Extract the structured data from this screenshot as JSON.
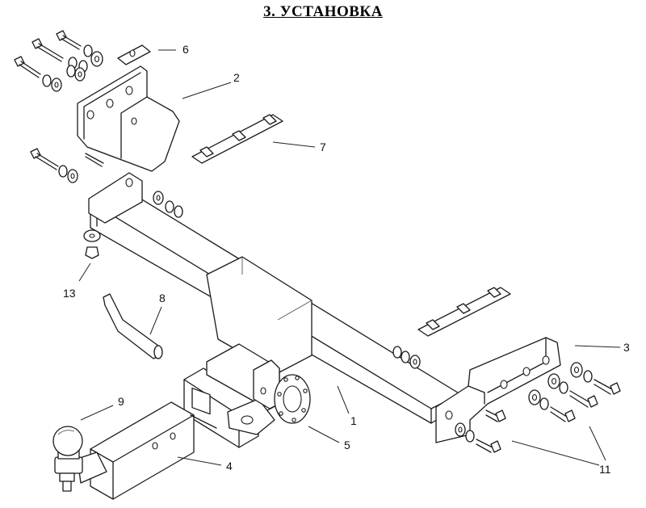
{
  "title": "3. УСТАНОВКА",
  "callouts": {
    "c1": "1",
    "c2": "2",
    "c3": "3",
    "c4": "4",
    "c5": "5",
    "c6": "6",
    "c7": "7",
    "c8": "8",
    "c9": "9",
    "c11": "11",
    "c13": "13"
  }
}
